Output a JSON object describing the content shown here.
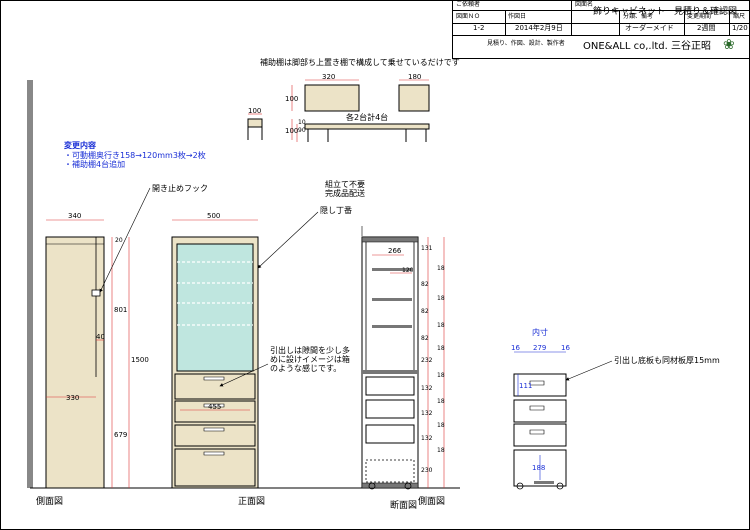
{
  "titleblock": {
    "customer_label": "ご依頼者",
    "drawing_name_label": "図面名",
    "drawing_name": "飾りキャビネット　見積り＆確認図",
    "drawing_no_label": "図面ＮＯ",
    "drawing_no": "1-2",
    "date_label": "作図日",
    "date": "2014年2月9日",
    "category_label": "分類、備考",
    "category": "オーダーメイド",
    "lead_time_label": "変更期間",
    "lead_time": "2週間",
    "scale_label": "縮尺",
    "scale": "1/20",
    "maker_label": "見積り、作図、設計、製作者",
    "maker": "ONE&ALL co,.ltd.  三谷正昭"
  },
  "notes": {
    "aux_shelf_note": "補助棚は脚部ち上置き棚で構成して乗せているだけです",
    "aux_total": "各2台計4台",
    "change_title": "変更内容",
    "change_1": "・可動棚奥行き158→120mm3枚→2枚",
    "change_2": "・補助棚4台追加",
    "hook": "開き止めフック",
    "assembly": "組立て不要\n完成品配送",
    "concealed_hinge": "隠し丁番",
    "drawer_note_1": "引出しは隙間を少し多",
    "drawer_note_2": "めに設けイメージは箱",
    "drawer_note_3": "のような感じです。",
    "drawer_bottom_note": "引出し底板も同材板厚15mm",
    "inner_label": "内寸"
  },
  "view_labels": {
    "side": "側面図",
    "front": "正面図",
    "section": "断面図",
    "side2": "側面図"
  },
  "dims": {
    "a320": "320",
    "a180": "180",
    "a100a": "100",
    "a100b": "100",
    "a100c": "100",
    "a90": "90",
    "a10": "10",
    "s340": "340",
    "s20": "20",
    "s801": "801",
    "s40": "40",
    "s1500": "1500",
    "s330": "330",
    "s679": "679",
    "f500": "500",
    "f455": "455",
    "x266": "266",
    "x120": "120",
    "x131": "131",
    "x18a": "18",
    "x82a": "82",
    "x18b": "18",
    "x82b": "82",
    "x18c": "18",
    "x82c": "82",
    "x18d": "18",
    "x232": "232",
    "x18e": "18",
    "x132a": "132",
    "x18f": "18",
    "x132b": "132",
    "x18g": "18",
    "x132c": "132",
    "x18h": "18",
    "x230": "230",
    "d16a": "16",
    "d279": "279",
    "d16b": "16",
    "d111": "111",
    "d188": "188"
  },
  "colors": {
    "wood": "#ece3c7",
    "glass": "#bfe6df",
    "blue": "#1a2fd6"
  }
}
